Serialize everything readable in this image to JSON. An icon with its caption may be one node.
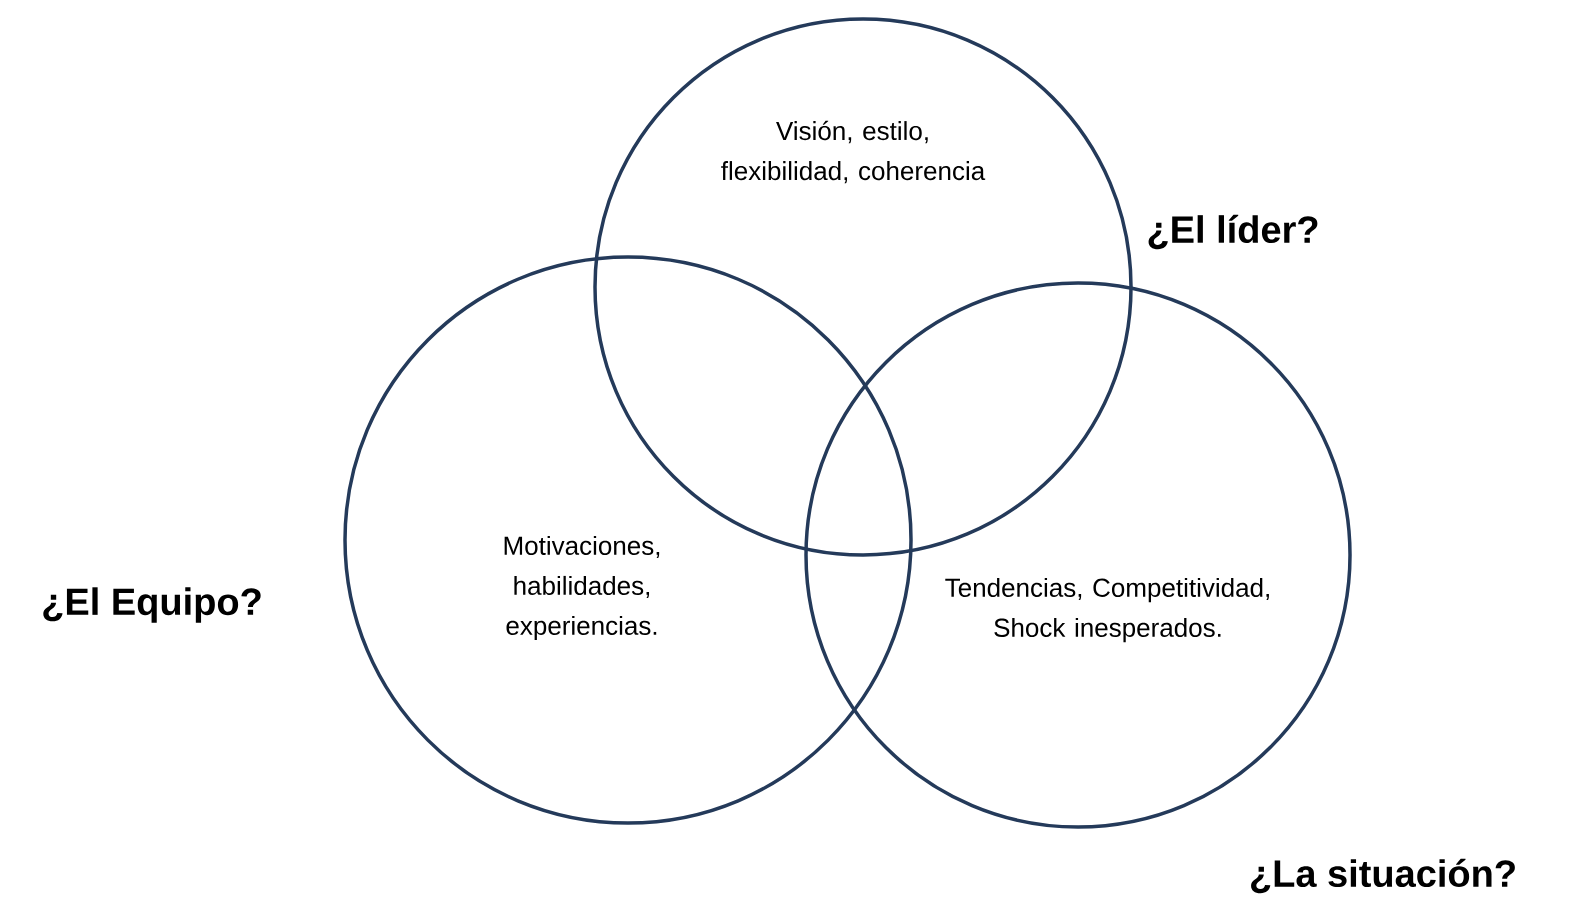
{
  "diagram": {
    "nodes": [
      {
        "text": [
          "Visión, estilo, flexibilidad, coherencia",
          "¿El líder?"
        ]
      },
      {
        "text": [
          "¿El Equipo?",
          "Motivaciones, habilidades, experiencias."
        ]
      },
      {
        "text": [
          "Tendencias, Competitividad, Shock inesperados.",
          "¿La situación?"
        ]
      }
    ]
  }
}
